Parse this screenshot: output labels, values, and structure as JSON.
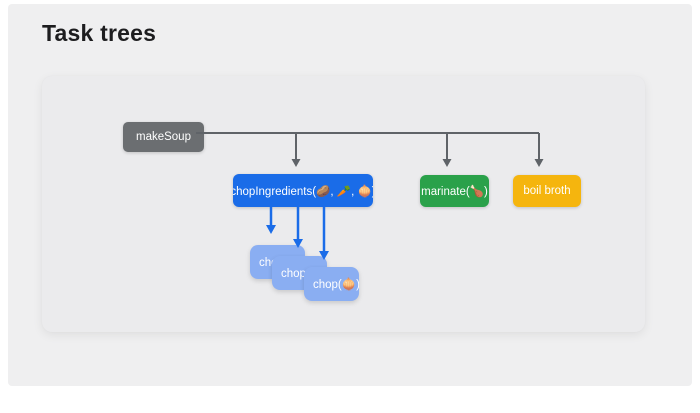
{
  "page": {
    "title": "Task trees"
  },
  "diagram": {
    "root": {
      "label": "makeSoup",
      "color": "#6b6e71"
    },
    "children": [
      {
        "label": "chopIngredients(🥔, 🥕, 🧅)",
        "color": "#1a6ce8"
      },
      {
        "label": "marinate(🍗)",
        "color": "#2aa14a"
      },
      {
        "label": "boil broth",
        "color": "#f5b50e"
      }
    ],
    "subtasks": [
      {
        "label": "chop(🥔)",
        "color": "#8aaef2"
      },
      {
        "label": "chop(🥕)",
        "color": "#8aaef2"
      },
      {
        "label": "chop(🧅)",
        "color": "#8aaef2"
      }
    ],
    "connector_colors": {
      "parent_links": "#5f6368",
      "subtask_links": "#1a6ce8"
    }
  }
}
